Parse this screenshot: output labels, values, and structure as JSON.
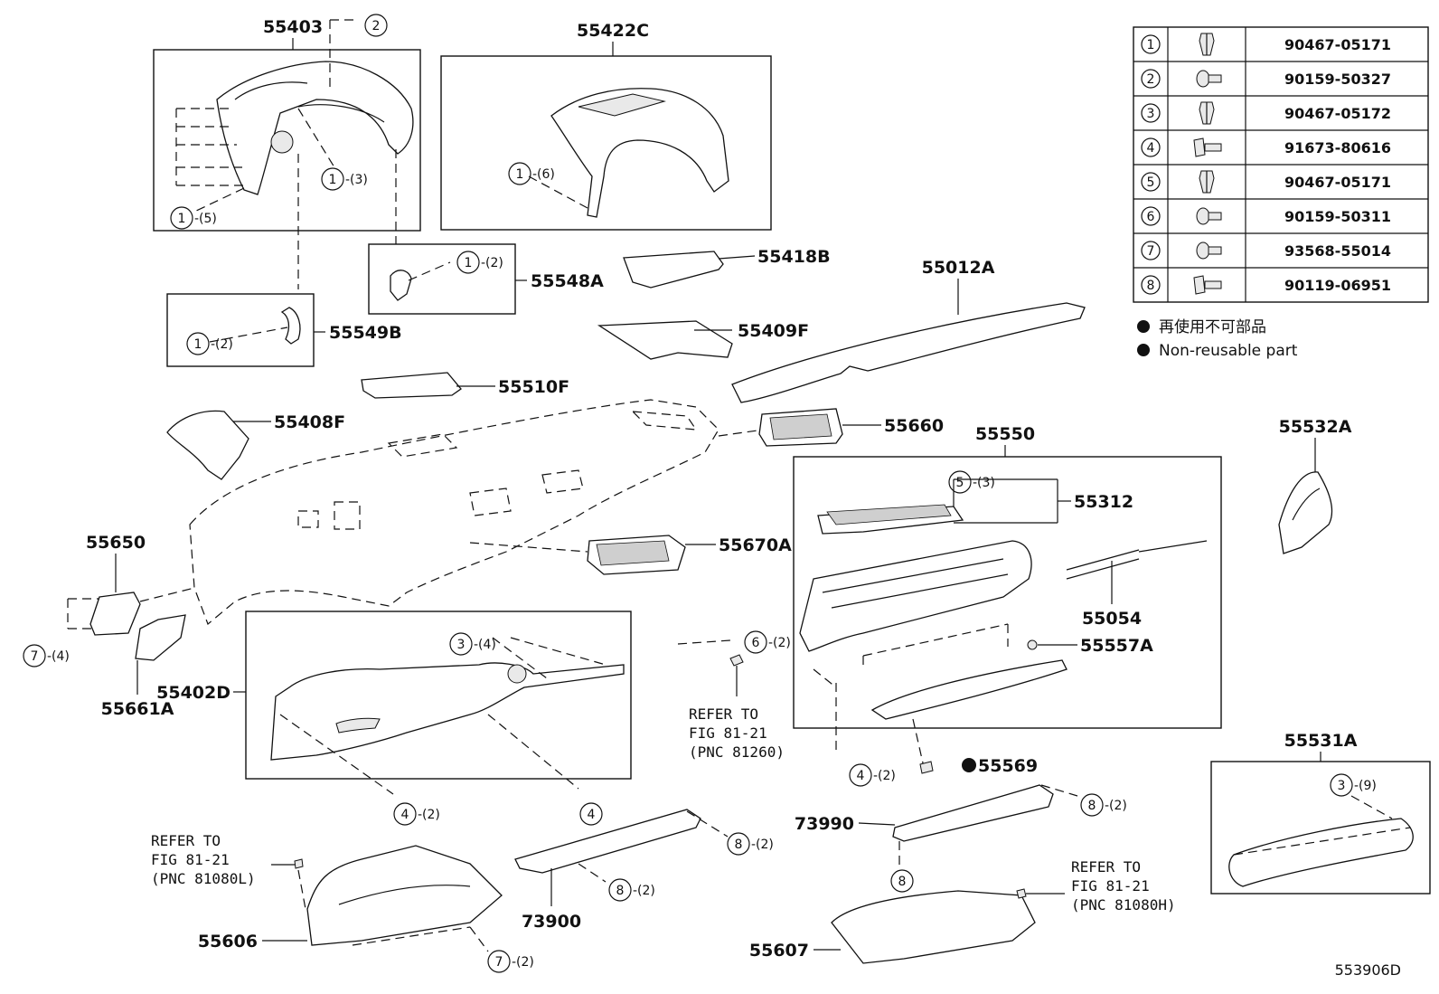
{
  "diagram_code": "553906D",
  "legend": {
    "jp": "再使用不可部品",
    "en": "Non-reusable part"
  },
  "fastener_table": [
    {
      "num": "1",
      "part": "90467-05171",
      "icon": "clip-icon"
    },
    {
      "num": "2",
      "part": "90159-50327",
      "icon": "screw-icon"
    },
    {
      "num": "3",
      "part": "90467-05172",
      "icon": "clip-icon"
    },
    {
      "num": "4",
      "part": "91673-80616",
      "icon": "bolt-icon"
    },
    {
      "num": "5",
      "part": "90467-05171",
      "icon": "clip-icon"
    },
    {
      "num": "6",
      "part": "90159-50311",
      "icon": "screw-icon"
    },
    {
      "num": "7",
      "part": "93568-55014",
      "icon": "screw-icon"
    },
    {
      "num": "8",
      "part": "90119-06951",
      "icon": "bolt-icon"
    }
  ],
  "parts": {
    "p55403": "55403",
    "p55422C": "55422C",
    "p55548A": "55548A",
    "p55549B": "55549B",
    "p55418B": "55418B",
    "p55409F": "55409F",
    "p55012A": "55012A",
    "p55510F": "55510F",
    "p55408F": "55408F",
    "p55660": "55660",
    "p55550": "55550",
    "p55532A": "55532A",
    "p55312": "55312",
    "p55650": "55650",
    "p55670A": "55670A",
    "p55054": "55054",
    "p55557A": "55557A",
    "p55402D": "55402D",
    "p55661A": "55661A",
    "p55569": "55569",
    "p55531A": "55531A",
    "p73990": "73990",
    "p73900": "73900",
    "p55606": "55606",
    "p55607": "55607"
  },
  "callouts": {
    "c1": {
      "num": "2",
      "qty": ""
    },
    "c2": {
      "num": "1",
      "qty": "-(3)"
    },
    "c3": {
      "num": "1",
      "qty": "-(5)"
    },
    "c4": {
      "num": "1",
      "qty": "-(6)"
    },
    "c5": {
      "num": "1",
      "qty": "-(2)"
    },
    "c6": {
      "num": "1",
      "qty": "-(2)"
    },
    "c7": {
      "num": "5",
      "qty": "-(3)"
    },
    "c8": {
      "num": "7",
      "qty": "-(4)"
    },
    "c9": {
      "num": "3",
      "qty": "-(4)"
    },
    "c10": {
      "num": "6",
      "qty": "-(2)"
    },
    "c11": {
      "num": "4",
      "qty": "-(2)"
    },
    "c12": {
      "num": "4",
      "qty": ""
    },
    "c13": {
      "num": "4",
      "qty": "-(2)"
    },
    "c14": {
      "num": "8",
      "qty": "-(2)"
    },
    "c15": {
      "num": "8",
      "qty": "-(2)"
    },
    "c16": {
      "num": "8",
      "qty": ""
    },
    "c17": {
      "num": "8",
      "qty": "-(2)"
    },
    "c18": {
      "num": "7",
      "qty": "-(2)"
    },
    "c19": {
      "num": "3",
      "qty": "-(9)"
    }
  },
  "refs": {
    "r1": {
      "l1": "REFER TO",
      "l2": "FIG 81-21",
      "l3": "(PNC 81260)"
    },
    "r2": {
      "l1": "REFER TO",
      "l2": "FIG 81-21",
      "l3": "(PNC 81080L)"
    },
    "r3": {
      "l1": "REFER TO",
      "l2": "FIG 81-21",
      "l3": "(PNC 81080H)"
    }
  }
}
